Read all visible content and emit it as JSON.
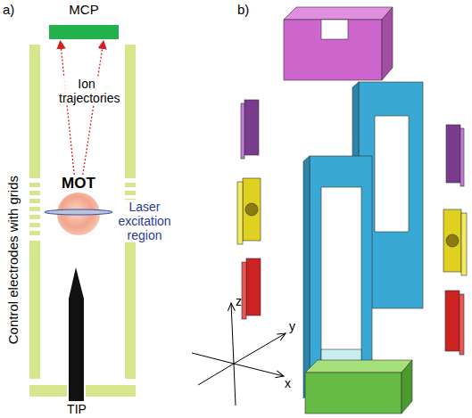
{
  "diagram": {
    "nodes": [
      {
        "text": [
          "MCP"
        ]
      },
      {
        "text": [
          "MOT"
        ]
      }
    ],
    "edges": [
      {
        "from": 1,
        "to": 0,
        "arrow": "to"
      },
      {
        "from": 1,
        "to": 0,
        "arrow": "to"
      }
    ],
    "labels": [
      "a)",
      "b)",
      "Ion trajectories",
      "Laser excitation region",
      "Control electrodes with grids",
      "TIP",
      "z",
      "y",
      "x"
    ]
  }
}
